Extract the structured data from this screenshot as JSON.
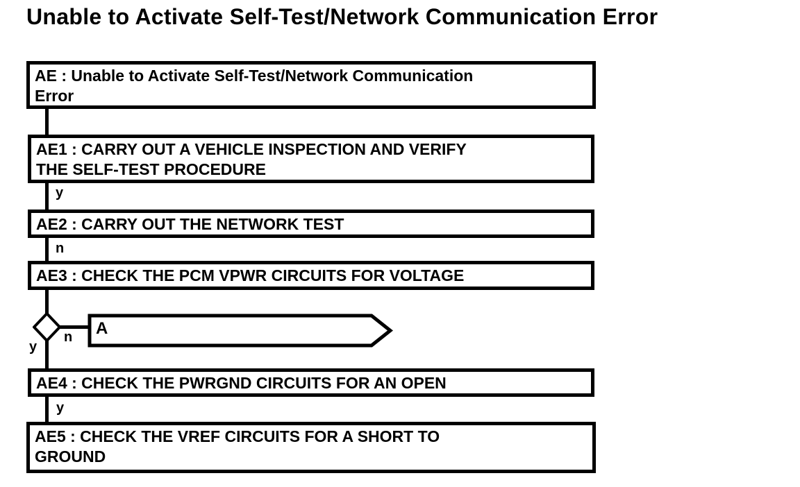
{
  "page_title": "Unable to Activate Self-Test/Network Communication Error",
  "colors": {
    "line": "#000000",
    "background": "#ffffff",
    "text": "#000000"
  },
  "flowchart": {
    "nodes": [
      {
        "id": "AE",
        "lines": [
          "AE : Unable to Activate Self-Test/Network Communication",
          "Error"
        ]
      },
      {
        "id": "AE1",
        "lines": [
          "AE1 : CARRY OUT A VEHICLE INSPECTION AND VERIFY",
          "THE SELF-TEST PROCEDURE"
        ]
      },
      {
        "id": "AE2",
        "lines": [
          "AE2 : CARRY OUT THE NETWORK TEST"
        ]
      },
      {
        "id": "AE3",
        "lines": [
          "AE3 : CHECK THE PCM VPWR CIRCUITS FOR VOLTAGE"
        ]
      },
      {
        "id": "AE4",
        "lines": [
          "AE4 : CHECK THE PWRGND CIRCUITS FOR AN OPEN"
        ]
      },
      {
        "id": "AE5",
        "lines": [
          "AE5 : CHECK THE VREF CIRCUITS FOR A SHORT TO",
          "GROUND"
        ]
      }
    ],
    "edge_labels": {
      "ae1_to_ae2": "y",
      "ae2_to_ae3": "n",
      "decision_yes": "y",
      "decision_no": "n",
      "ae4_to_ae5": "y"
    },
    "offpage_connector": {
      "label": "A"
    }
  }
}
